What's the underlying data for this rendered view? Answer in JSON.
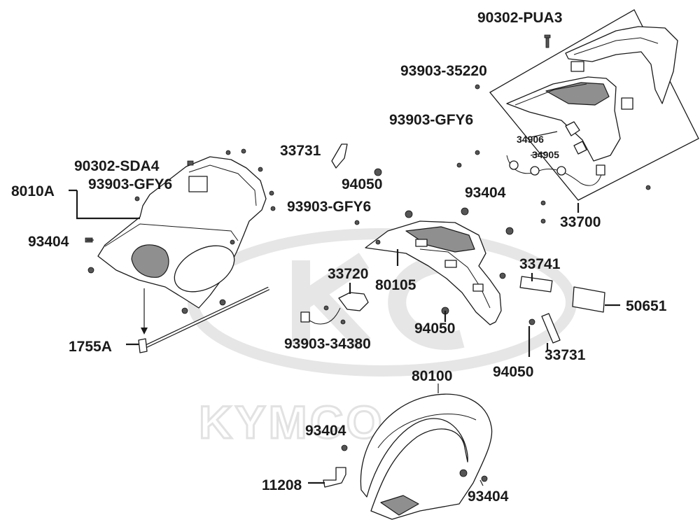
{
  "watermark": {
    "brand": "KYMCO"
  },
  "labels": {
    "p90302_pua3": "90302-PUA3",
    "p93903_35220": "93903-35220",
    "p93903_gfy6_top": "93903-GFY6",
    "p34906": "34906",
    "p34905": "34905",
    "p33700": "33700",
    "p33731_top": "33731",
    "p90302_sda4": "90302-SDA4",
    "p8010a": "8010A",
    "p93903_gfy6_left": "93903-GFY6",
    "p94050_mid": "94050",
    "p93903_gfy6_mid": "93903-GFY6",
    "p93404_right": "93404",
    "p93404_left": "93404",
    "p33720": "33720",
    "p80105": "80105",
    "p33741": "33741",
    "p50651": "50651",
    "p94050_low": "94050",
    "p93903_34380": "93903-34380",
    "p1755a": "1755A",
    "p33731_low": "33731",
    "p94050_right": "94050",
    "p80100": "80100",
    "p93404_fender": "93404",
    "p11208": "11208",
    "p93404_bottom": "93404"
  }
}
